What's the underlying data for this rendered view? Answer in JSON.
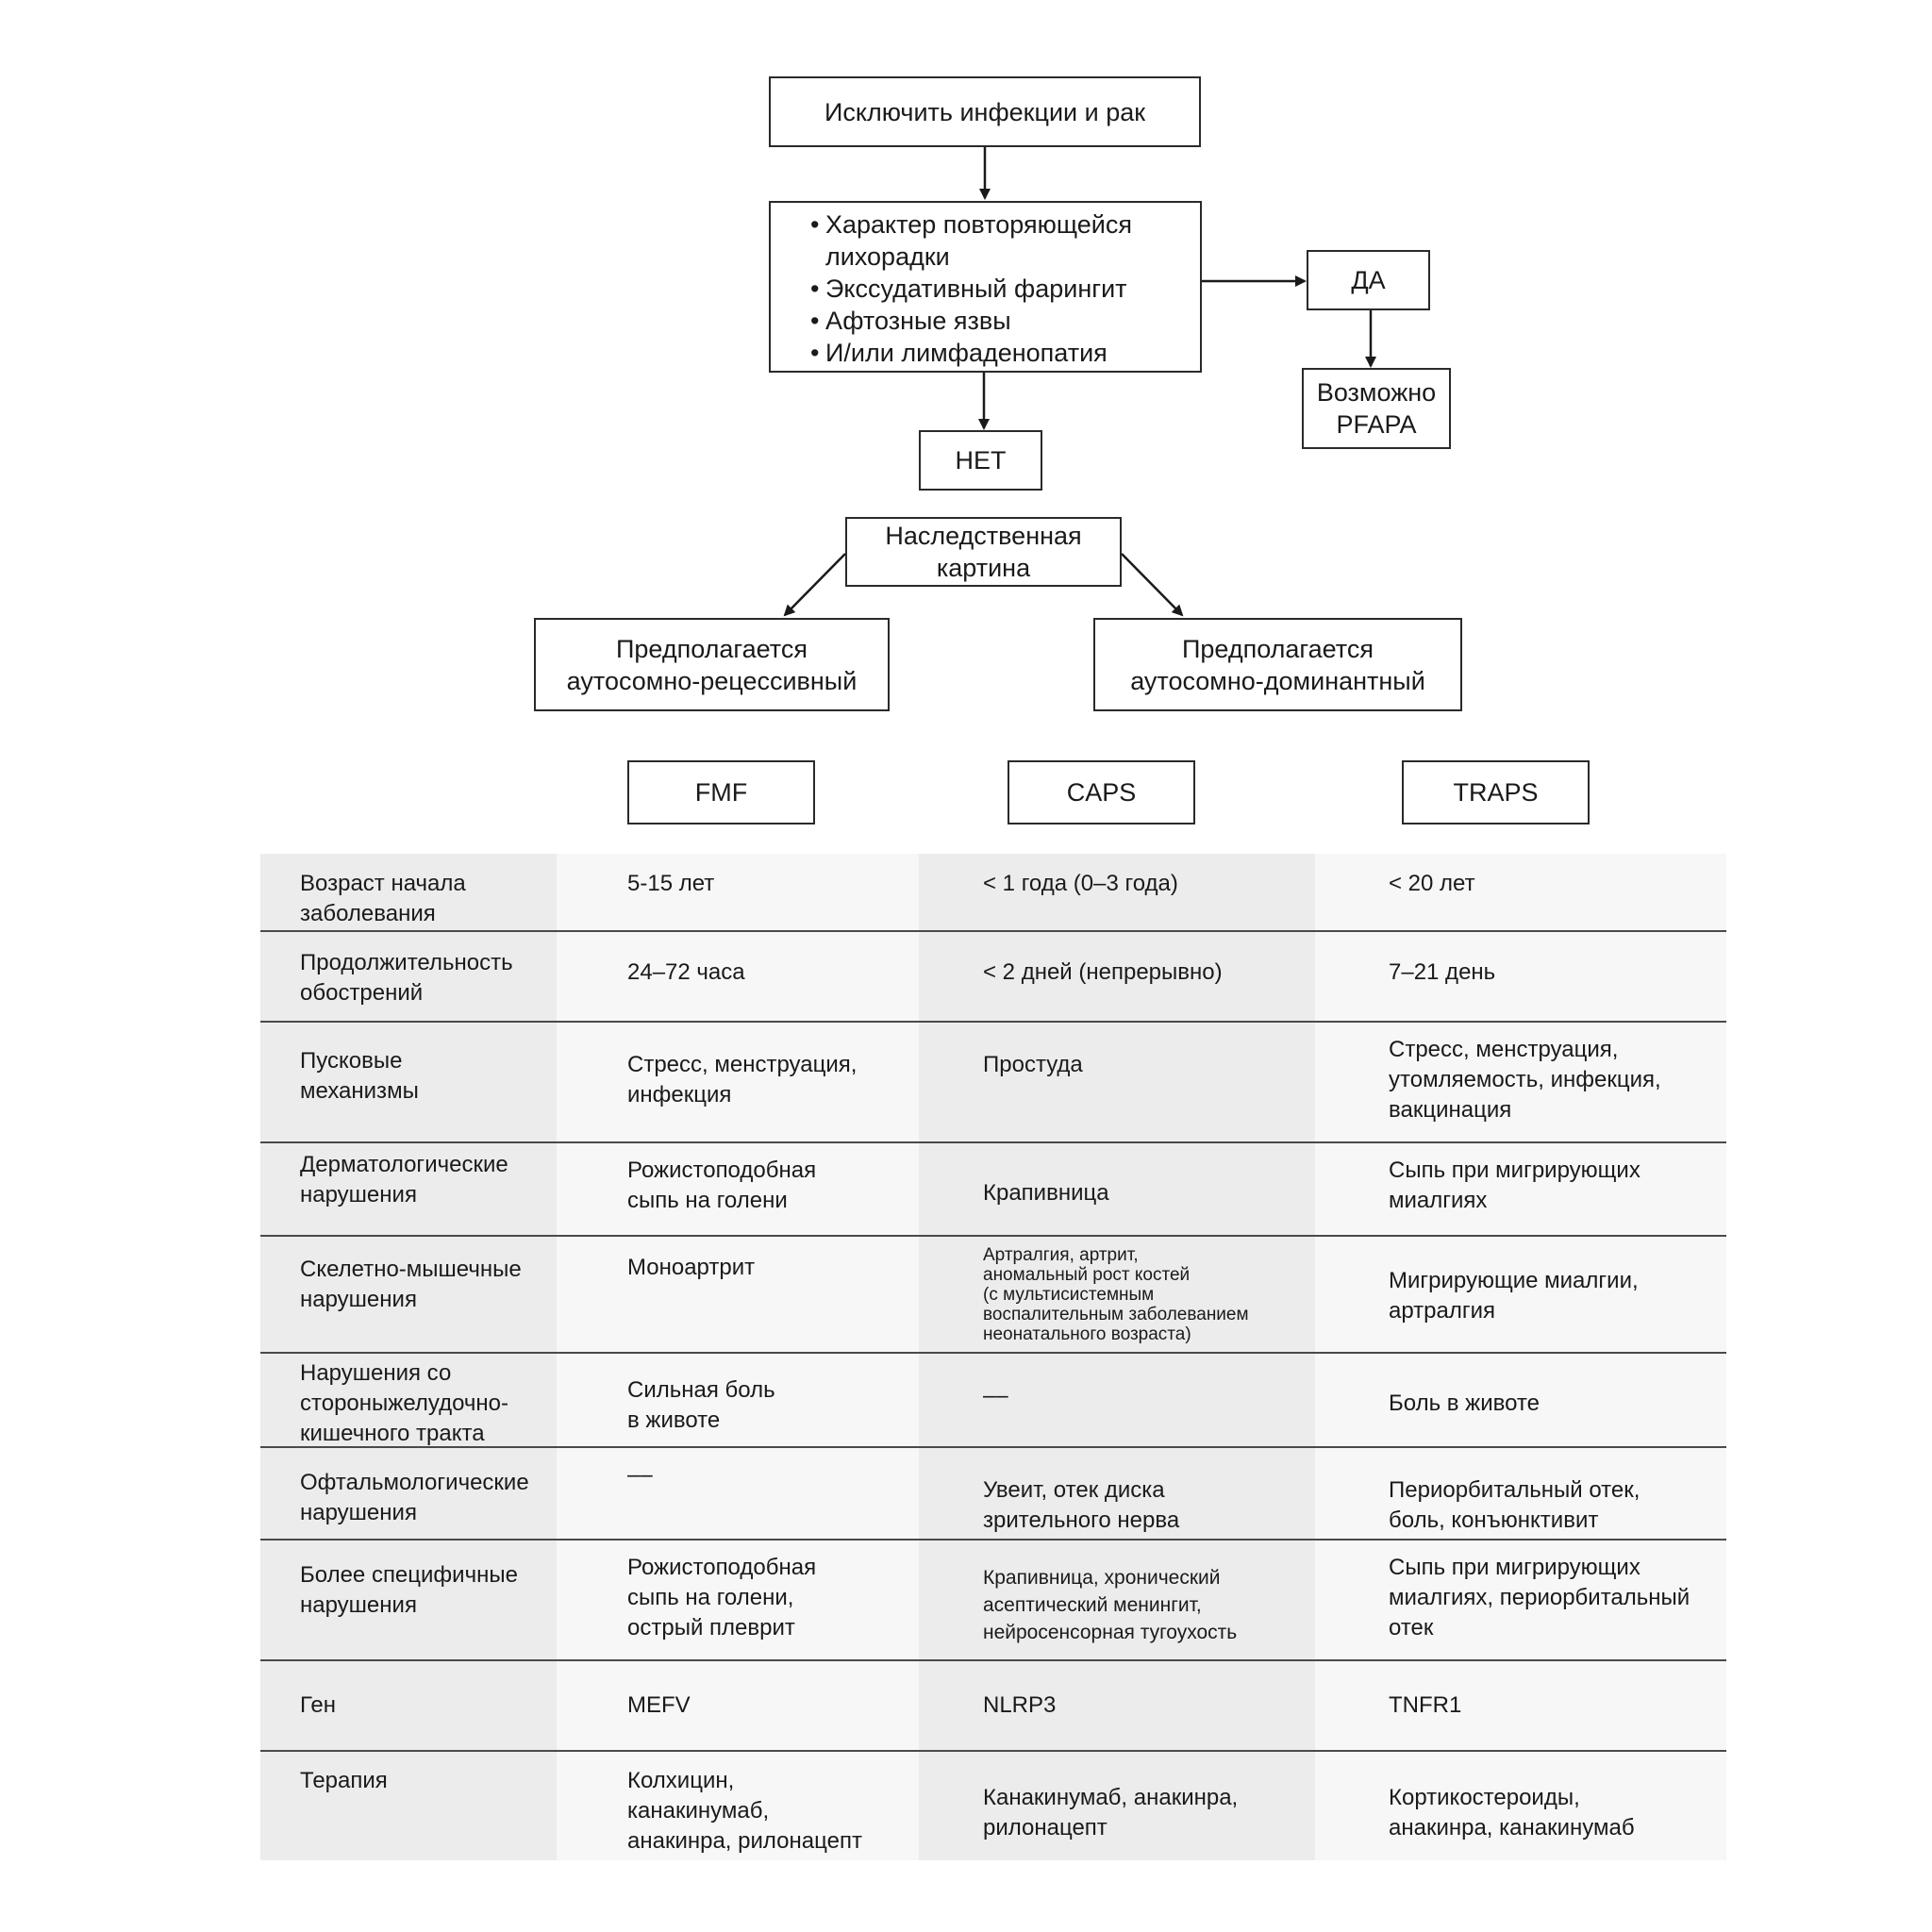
{
  "flow": {
    "exclude": "Исключить инфекции и рак",
    "criteria": [
      "Характер повторяющейся",
      "лихорадки",
      "Экссудативный фарингит",
      "Афтозные язвы",
      "И/или лимфаденопатия"
    ],
    "yes": "ДА",
    "pfapa_line1": "Возможно",
    "pfapa_line2": "PFAPA",
    "no": "НЕТ",
    "hered_line1": "Наследственная",
    "hered_line2": "картина",
    "recessive_line1": "Предполагается",
    "recessive_line2": "аутосомно-рецессивный",
    "dominant_line1": "Предполагается",
    "dominant_line2": "аутосомно-доминантный",
    "fmf": "FMF",
    "caps": "CAPS",
    "traps": "TRAPS"
  },
  "table": {
    "rows": [
      {
        "label": [
          "Возраст начала",
          "заболевания"
        ],
        "fmf": [
          "5-15 лет"
        ],
        "caps": [
          "< 1 года (0–3 года)"
        ],
        "traps": [
          "< 20 лет"
        ]
      },
      {
        "label": [
          "Продолжительность",
          "обострений"
        ],
        "fmf": [
          "24–72 часа"
        ],
        "caps": [
          "< 2 дней (непрерывно)"
        ],
        "traps": [
          "7–21 день"
        ]
      },
      {
        "label": [
          "Пусковые",
          "механизмы"
        ],
        "fmf": [
          "Стресс, менструация,",
          "инфекция"
        ],
        "caps": [
          "Простуда"
        ],
        "traps": [
          "Стресс, менструация,",
          "утомляемость, инфекция,",
          "вакцинация"
        ]
      },
      {
        "label": [
          "Дерматологические",
          "нарушения"
        ],
        "fmf": [
          "Рожистоподобная",
          "сыпь на голени"
        ],
        "caps": [
          "Крапивница"
        ],
        "traps": [
          "Сыпь при мигрирующих",
          "миалгиях"
        ]
      },
      {
        "label": [
          "Скелетно-мышечные",
          "нарушения"
        ],
        "fmf": [
          "Моноартрит"
        ],
        "caps": [
          "Артралгия, артрит,",
          "аномальный рост костей",
          "(с мультисистемным",
          "воспалительным заболеванием",
          "неонатального возраста)"
        ],
        "traps": [
          "Мигрирующие миалгии,",
          "артралгия"
        ]
      },
      {
        "label": [
          "Нарушения со",
          "стороныжелудочно-",
          "кишечного тракта"
        ],
        "fmf": [
          "Сильная боль",
          "в животе"
        ],
        "caps": [
          "––"
        ],
        "traps": [
          "Боль в животе"
        ]
      },
      {
        "label": [
          "Офтальмологические",
          "нарушения"
        ],
        "fmf": [
          "––"
        ],
        "caps": [
          "Увеит, отек диска",
          "зрительного нерва"
        ],
        "traps": [
          "Периорбитальный отек,",
          "боль, конъюнктивит"
        ]
      },
      {
        "label": [
          "Более специфичные",
          "нарушения"
        ],
        "fmf": [
          "Рожистоподобная",
          "сыпь на голени,",
          "острый плеврит"
        ],
        "caps": [
          "Крапивница, хронический",
          "асептический менингит,",
          "нейросенсорная тугоухость"
        ],
        "traps": [
          "Сыпь при мигрирующих",
          "миалгиях, периорбитальный",
          "отек"
        ]
      },
      {
        "label": [
          "Ген"
        ],
        "fmf": [
          "MEFV"
        ],
        "caps": [
          "NLRP3"
        ],
        "traps": [
          "TNFR1"
        ]
      },
      {
        "label": [
          "Терапия"
        ],
        "fmf": [
          "Колхицин,",
          "канакинумаб,",
          "анакинра, рилонацепт"
        ],
        "caps": [
          "Канакинумаб, анакинра,",
          "рилонацепт"
        ],
        "traps": [
          "Кортикостероиды,",
          "анакинра, канакинумаб"
        ]
      }
    ]
  }
}
